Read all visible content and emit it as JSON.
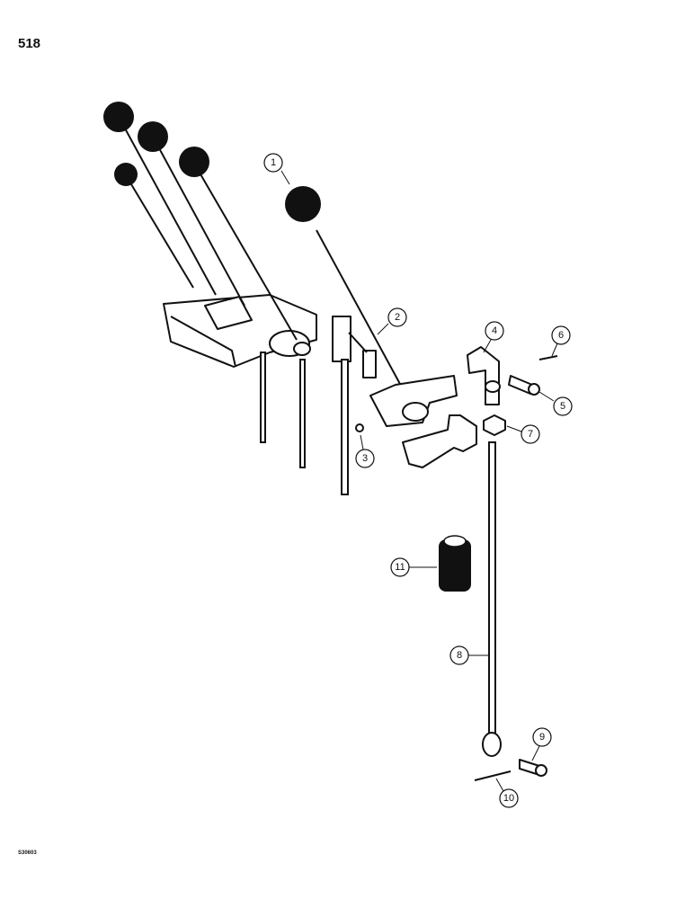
{
  "page": {
    "number": "518",
    "figure_code": "S30603"
  },
  "callouts": [
    "1",
    "2",
    "3",
    "4",
    "5",
    "6",
    "7",
    "8",
    "9",
    "10",
    "11"
  ]
}
